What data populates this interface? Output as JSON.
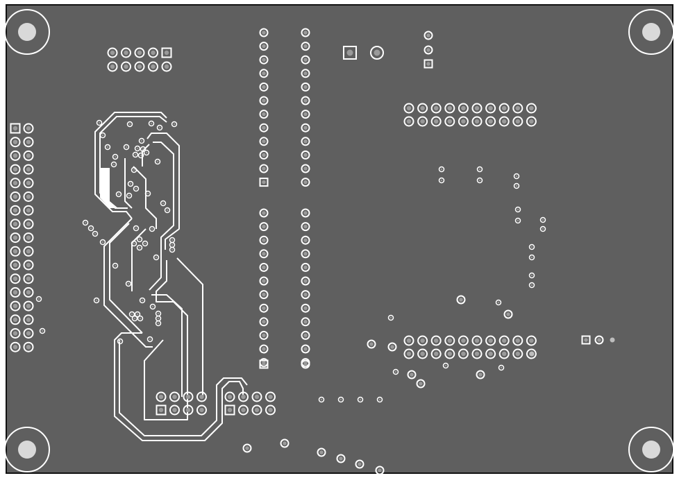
{
  "board": {
    "layer": "bottom-copper",
    "colors": {
      "background": "#ffffff",
      "board_fill": "#5f5f5f",
      "outline": "#111111",
      "pad_ring": "#ffffff",
      "pad_hole": "#9a9a9a",
      "trace": "#ffffff",
      "mounting_hole": "#d9d9d9"
    },
    "mounting_holes": 4,
    "headers": [
      {
        "name": "header-top-left-2x5",
        "rows": 2,
        "cols": 5
      },
      {
        "name": "header-left-2x17",
        "rows": 17,
        "cols": 2
      },
      {
        "name": "header-center-left-column-a",
        "rows": 12,
        "cols": 1
      },
      {
        "name": "header-center-left-column-b",
        "rows": 12,
        "cols": 1
      },
      {
        "name": "header-center-right-column-a",
        "rows": 12,
        "cols": 1
      },
      {
        "name": "header-center-right-column-b",
        "rows": 12,
        "cols": 1
      },
      {
        "name": "header-right-top-2x10",
        "rows": 2,
        "cols": 10
      },
      {
        "name": "header-right-bottom-2x10",
        "rows": 2,
        "cols": 10
      },
      {
        "name": "header-bottom-a-2x4",
        "rows": 2,
        "cols": 4
      },
      {
        "name": "header-bottom-b-2x4",
        "rows": 2,
        "cols": 4
      },
      {
        "name": "header-top-center-1x3",
        "rows": 3,
        "cols": 1
      }
    ]
  }
}
